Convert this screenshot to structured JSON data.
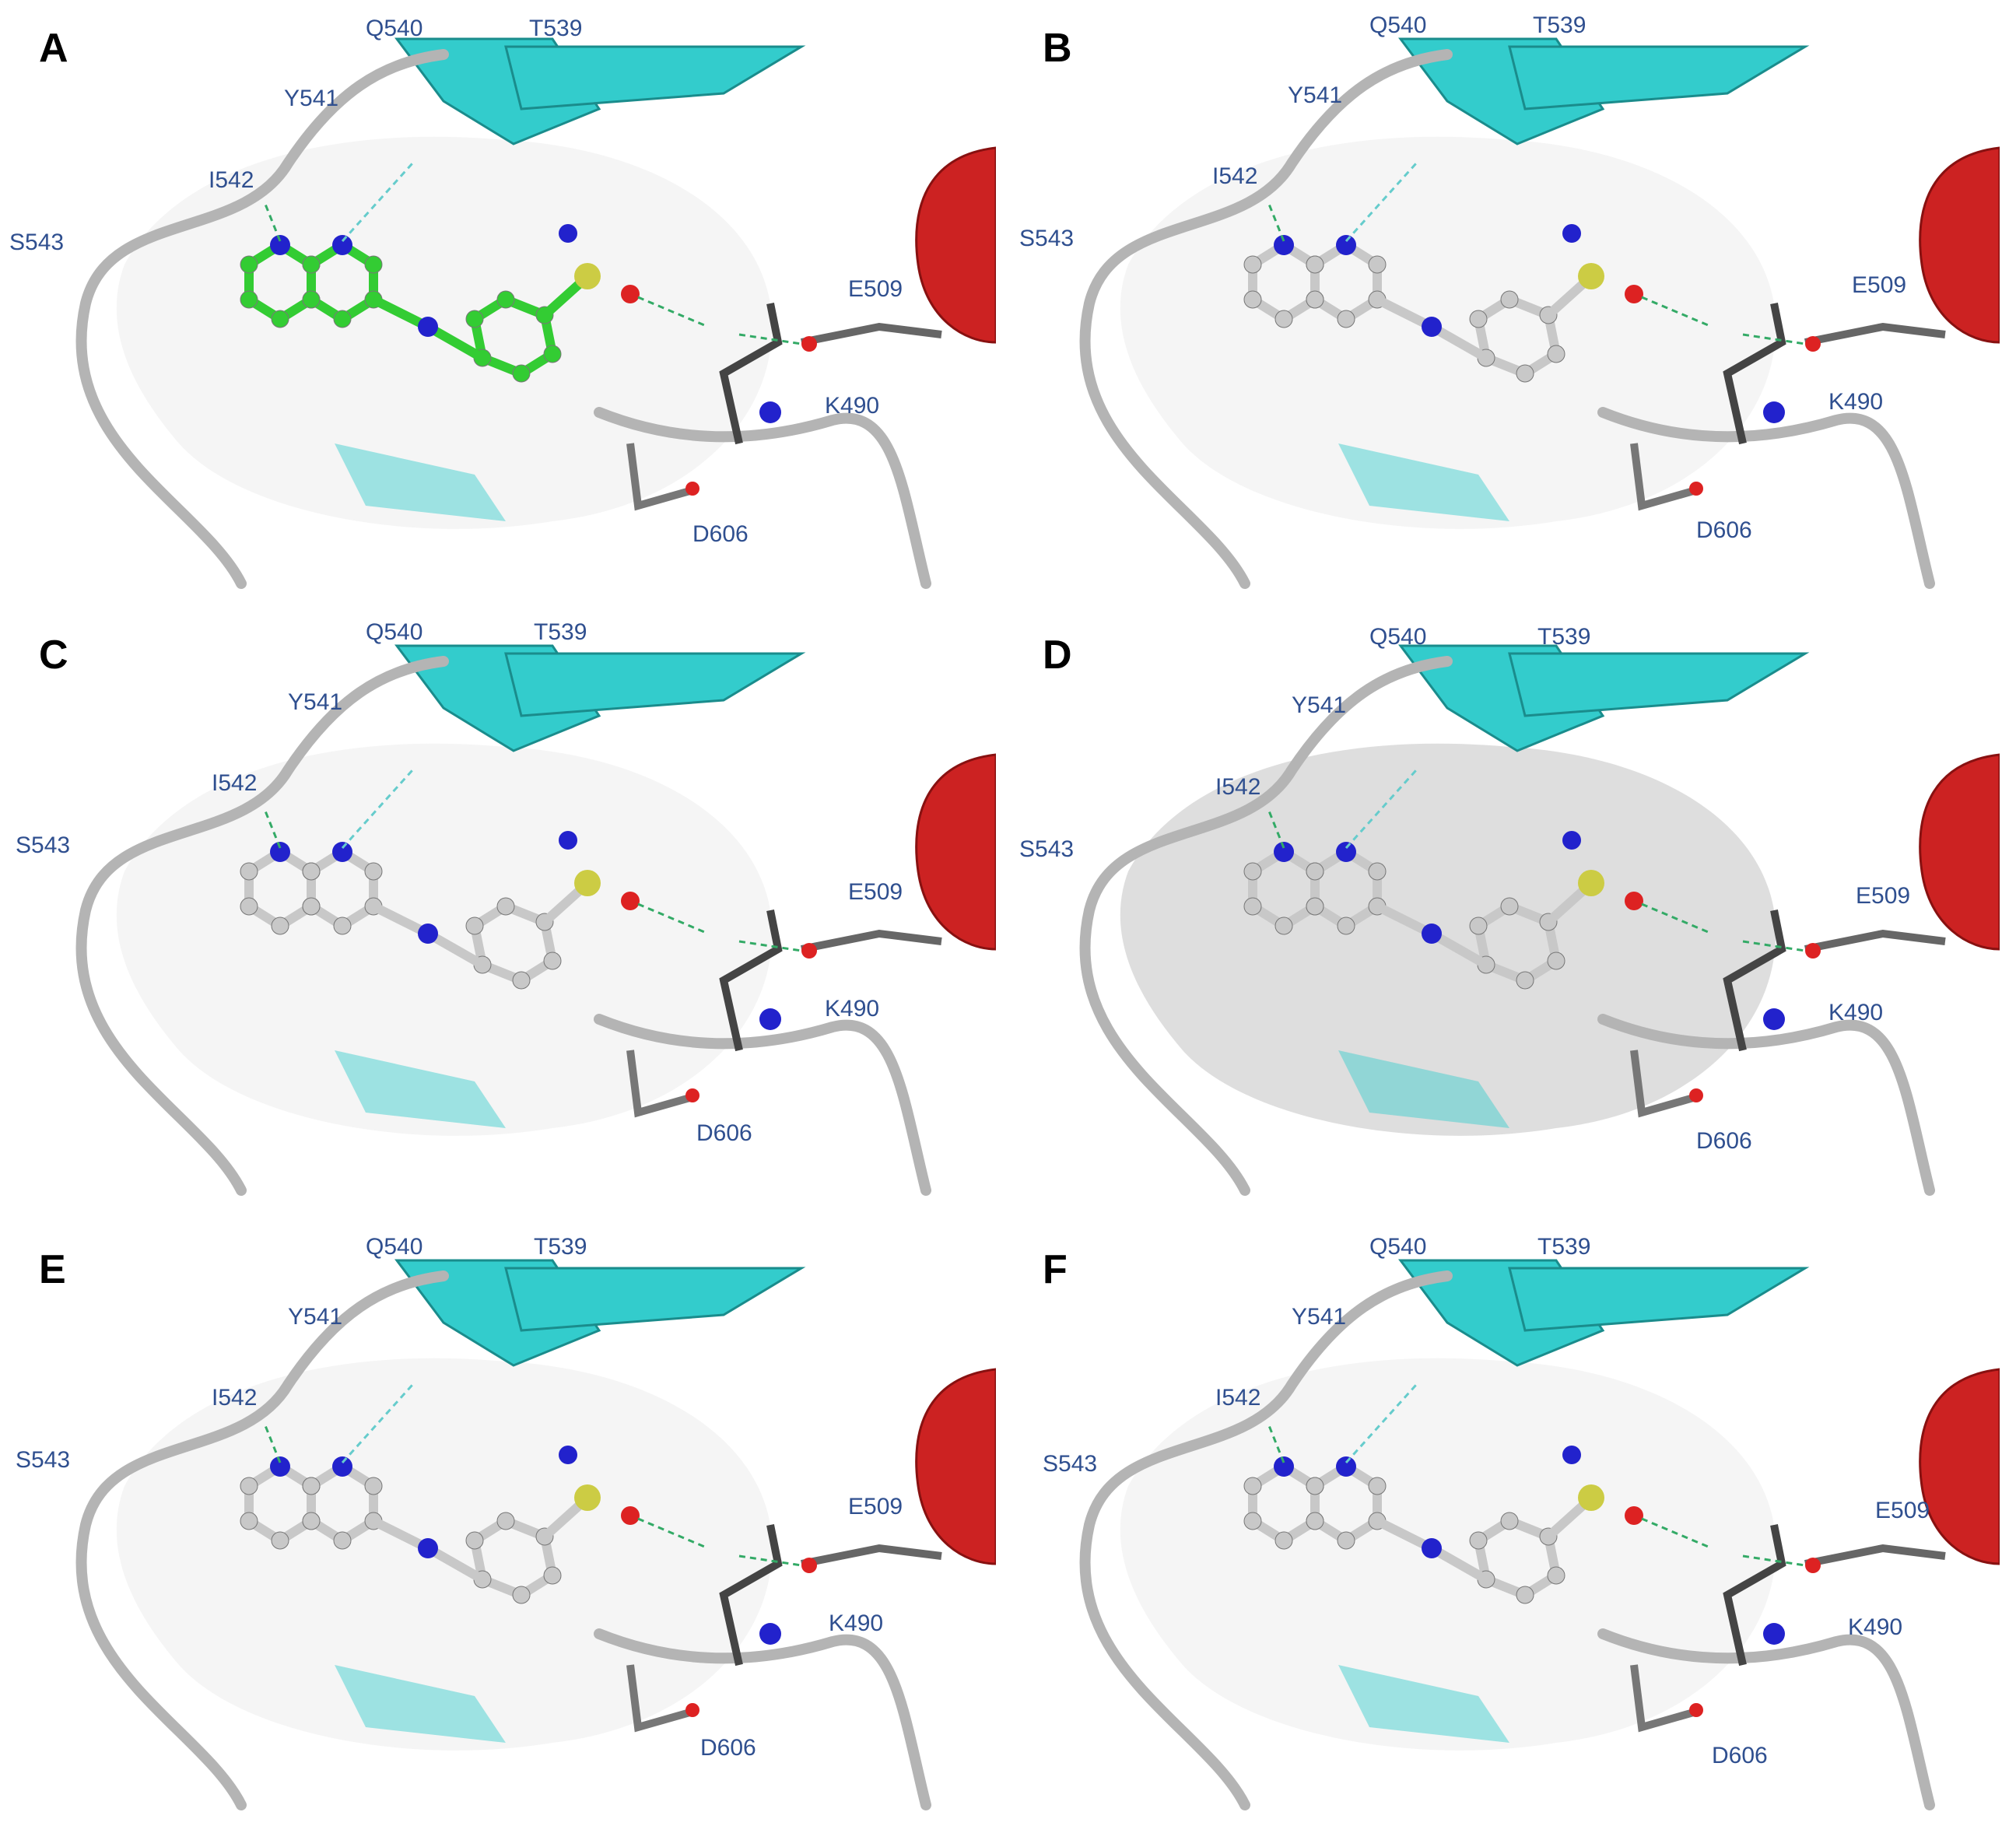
{
  "figure": {
    "panels": [
      {
        "letter": "A",
        "ligand_color": "#33cc33",
        "labels": {
          "Q540": "Q540",
          "T539": "T539",
          "Y541": "Y541",
          "I542": "I542",
          "S543": "S543",
          "E509": "E509",
          "K490": "K490",
          "D606": "D606"
        }
      },
      {
        "letter": "B",
        "ligand_color": "#c8c8c8",
        "labels": {
          "Q540": "Q540",
          "T539": "T539",
          "Y541": "Y541",
          "I542": "I542",
          "S543": "S543",
          "E509": "E509",
          "K490": "K490",
          "D606": "D606"
        }
      },
      {
        "letter": "C",
        "ligand_color": "#c8c8c8",
        "labels": {
          "Q540": "Q540",
          "T539": "T539",
          "Y541": "Y541",
          "I542": "I542",
          "S543": "S543",
          "E509": "E509",
          "K490": "K490",
          "D606": "D606"
        }
      },
      {
        "letter": "D",
        "ligand_color": "#c8c8c8",
        "labels": {
          "Q540": "Q540",
          "T539": "T539",
          "Y541": "Y541",
          "I542": "I542",
          "S543": "S543",
          "E509": "E509",
          "K490": "K490",
          "D606": "D606"
        }
      },
      {
        "letter": "E",
        "ligand_color": "#c8c8c8",
        "labels": {
          "Q540": "Q540",
          "T539": "T539",
          "Y541": "Y541",
          "I542": "I542",
          "S543": "S543",
          "E509": "E509",
          "K490": "K490",
          "D606": "D606"
        }
      },
      {
        "letter": "F",
        "ligand_color": "#c8c8c8",
        "labels": {
          "Q540": "Q540",
          "T539": "T539",
          "Y541": "Y541",
          "I542": "I542",
          "S543": "S543",
          "E509": "E509",
          "K490": "K490",
          "D606": "D606"
        }
      }
    ],
    "colors": {
      "beta_strand": "#33cccc",
      "helix": "#cc2222",
      "backbone": "#b4b4b4",
      "nitrogen": "#2222cc",
      "oxygen": "#dd2222",
      "sulfur": "#cccc44",
      "halogen": "#117711",
      "hbond": "#33aa66",
      "contact": "#66cccc",
      "label": "#2f4f8f"
    }
  }
}
